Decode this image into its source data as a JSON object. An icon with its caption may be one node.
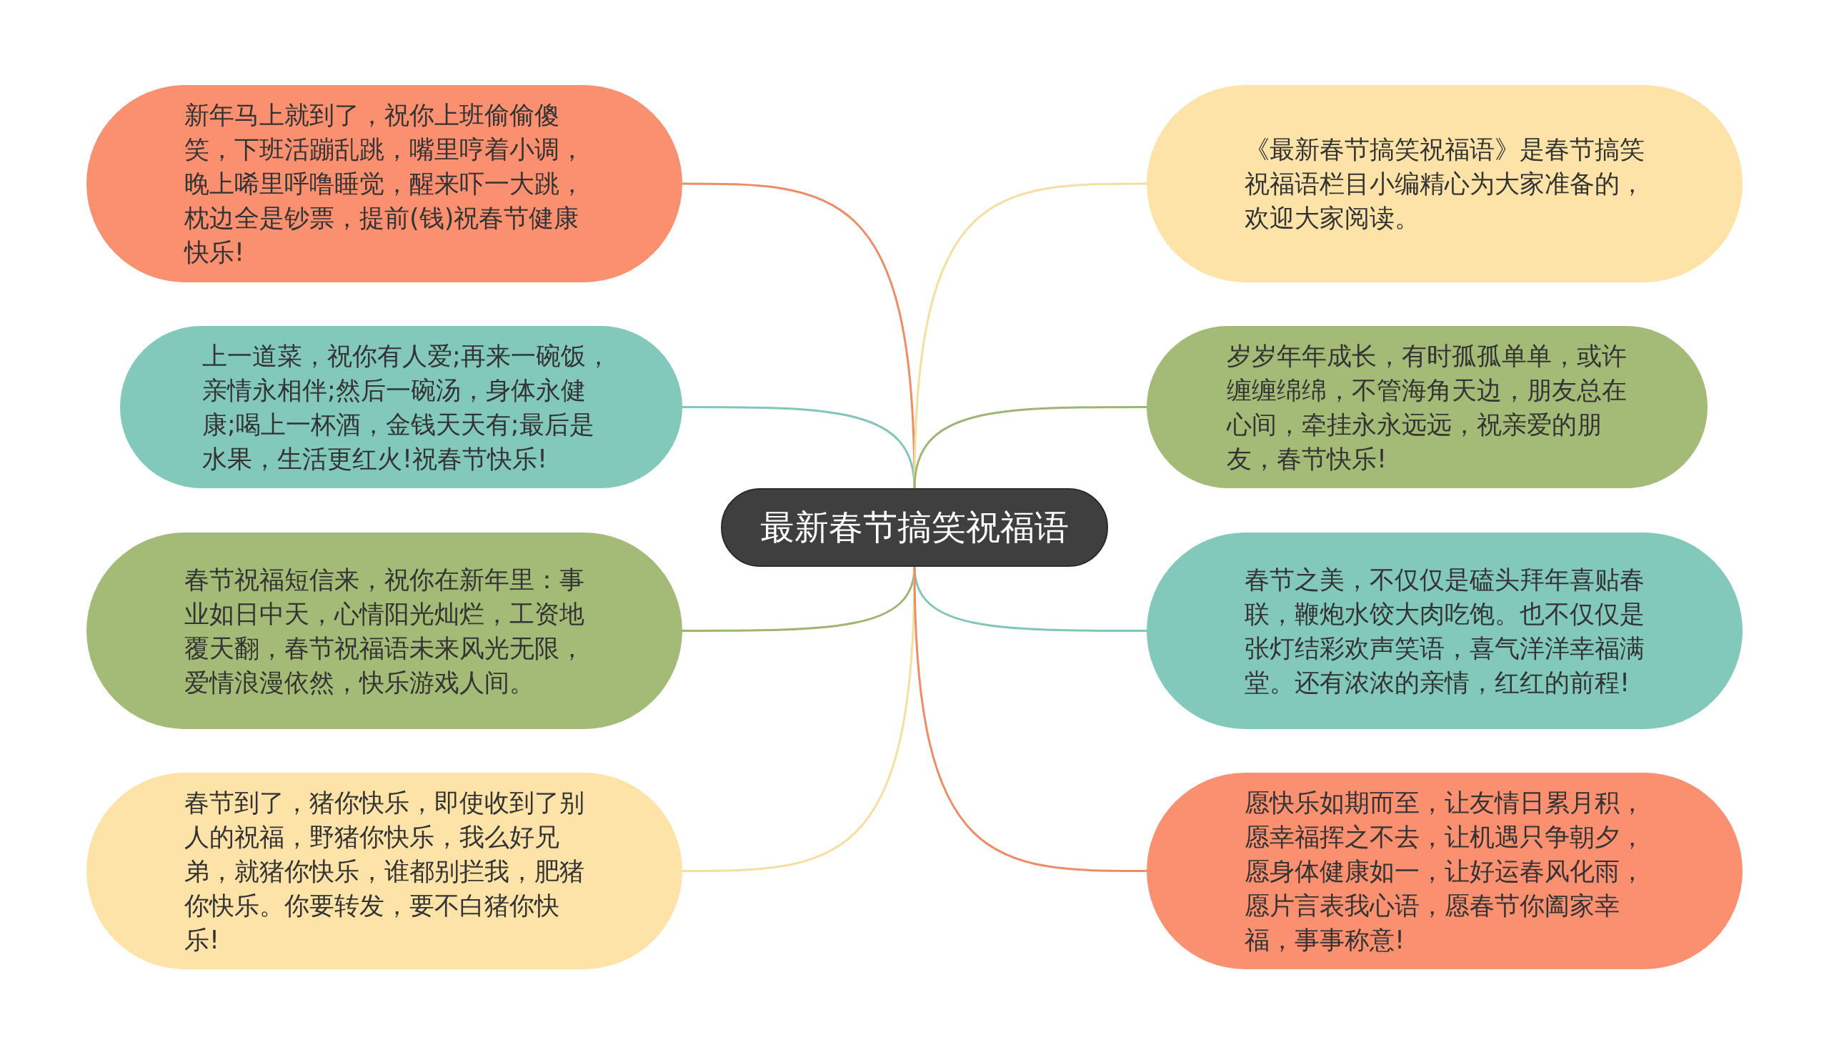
{
  "diagram": {
    "nodes": [
      {
        "text": [
          "最新春节搞笑祝福语"
        ]
      },
      {
        "text": [
          "新年马上就到了，祝你上班偷偷傻笑，下班活蹦乱跳，嘴里哼着小调，晚上唏里呼噜睡觉，醒来吓一大跳，枕边全是钞票，提前(钱)祝春节健康快乐!"
        ]
      },
      {
        "text": [
          "上一道菜，祝你有人爱;再来一碗饭，亲情永相伴;然后一碗汤，身体永健康;喝上一杯酒，金钱天天有;最后是水果，生活更红火!祝春节快乐!"
        ]
      },
      {
        "text": [
          "春节祝福短信来，祝你在新年里：事业如日中天，心情阳光灿烂，工资地覆天翻，春节祝福语未来风光无限，爱情浪漫依然，快乐游戏人间。"
        ]
      },
      {
        "text": [
          "春节到了，猪你快乐，即使收到了别人的祝福，野猪你快乐，我么好兄弟，就猪你快乐，谁都别拦我，肥猪你快乐。你要转发，要不白猪你快乐!"
        ]
      },
      {
        "text": [
          "《最新春节搞笑祝福语》是春节搞笑祝福语栏目小编精心为大家准备的，欢迎大家阅读。"
        ]
      },
      {
        "text": [
          "岁岁年年成长，有时孤孤单单，或许缠缠绵绵，不管海角天边，朋友总在心间，牵挂永永远远，祝亲爱的朋友，春节快乐!"
        ]
      },
      {
        "text": [
          "春节之美，不仅仅是磕头拜年喜贴春联，鞭炮水饺大肉吃饱。也不仅仅是张灯结彩欢声笑语，喜气洋洋幸福满堂。还有浓浓的亲情，红红的前程!"
        ]
      },
      {
        "text": [
          "愿快乐如期而至，让友情日累月积，愿幸福挥之不去，让机遇只争朝夕，愿身体健康如一，让好运春风化雨，愿片言表我心语，愿春节你阖家幸福，事事称意!"
        ]
      }
    ],
    "edges": [
      {
        "from": 0,
        "to": 1,
        "arrow": "none",
        "color": "#ee8c66"
      },
      {
        "from": 0,
        "to": 2,
        "arrow": "none",
        "color": "#80c6b9"
      },
      {
        "from": 0,
        "to": 3,
        "arrow": "none",
        "color": "#9fb574"
      },
      {
        "from": 0,
        "to": 4,
        "arrow": "none",
        "color": "#f6dea0"
      },
      {
        "from": 0,
        "to": 5,
        "arrow": "none",
        "color": "#f6dea0"
      },
      {
        "from": 0,
        "to": 6,
        "arrow": "none",
        "color": "#9fb574"
      },
      {
        "from": 0,
        "to": 7,
        "arrow": "none",
        "color": "#80c6b9"
      },
      {
        "from": 0,
        "to": 8,
        "arrow": "none",
        "color": "#ee8c66"
      }
    ]
  }
}
